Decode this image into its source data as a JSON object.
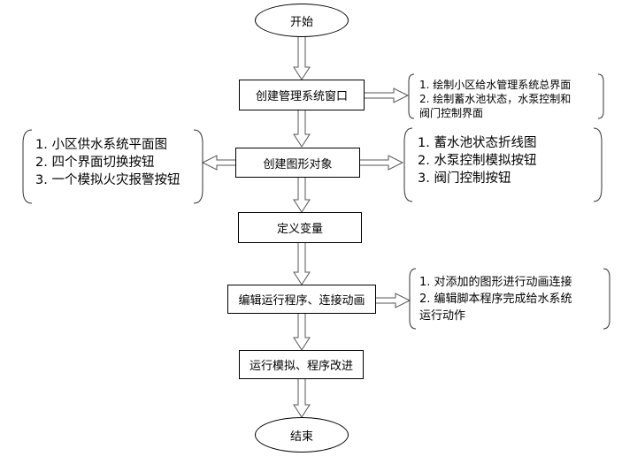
{
  "flowchart": {
    "start": "开始",
    "steps": [
      {
        "id": "create-window",
        "label": "创建管理系统窗口"
      },
      {
        "id": "create-graphics",
        "label": "创建图形对象"
      },
      {
        "id": "define-variables",
        "label": "定义变量"
      },
      {
        "id": "edit-program",
        "label": "编辑运行程序、连接动画"
      },
      {
        "id": "run-simulation",
        "label": "运行模拟、程序改进"
      }
    ],
    "end": "结束",
    "notes": {
      "window_right": [
        "1. 绘制小区给水管理系统总界面",
        "2. 绘制蓄水池状态，水泵控制和",
        "阀门控制界面"
      ],
      "graphics_left": [
        "1. 小区供水系统平面图",
        "2. 四个界面切换按钮",
        "3. 一个模拟火灾报警按钮"
      ],
      "graphics_right": [
        "1. 蓄水池状态折线图",
        "2. 水泵控制模拟按钮",
        "3. 阀门控制按钮"
      ],
      "program_right": [
        "1. 对添加的图形进行动画连接",
        "2. 编辑脚本程序完成给水系统",
        "运行动作"
      ]
    }
  }
}
